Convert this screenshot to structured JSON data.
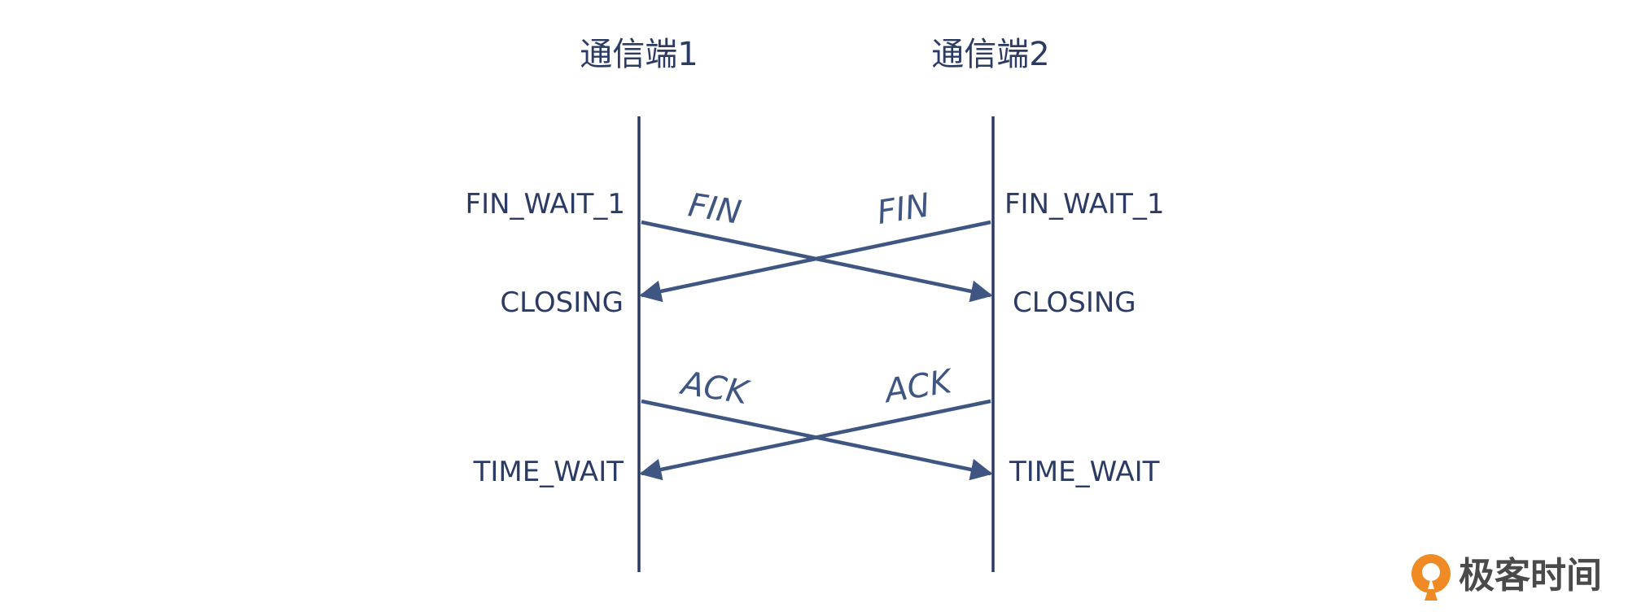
{
  "diagram": {
    "endpoint_left": "通信端1",
    "endpoint_right": "通信端2",
    "left_states": {
      "fin_wait": "FIN_WAIT_1",
      "closing": "CLOSING",
      "time_wait": "TIME_WAIT"
    },
    "right_states": {
      "fin_wait": "FIN_WAIT_1",
      "closing": "CLOSING",
      "time_wait": "TIME_WAIT"
    },
    "messages": {
      "fin_left": "FIN",
      "fin_right": "FIN",
      "ack_left": "ACK",
      "ack_right": "ACK"
    },
    "colors": {
      "lifeline": "#2b3b63",
      "arrow": "#3f5683",
      "text": "#2b3b63",
      "logo_accent": "#f08a24",
      "logo_text": "#4a4a4a"
    }
  },
  "logo": {
    "text": "极客时间",
    "icon": "geektime-logo-icon"
  }
}
